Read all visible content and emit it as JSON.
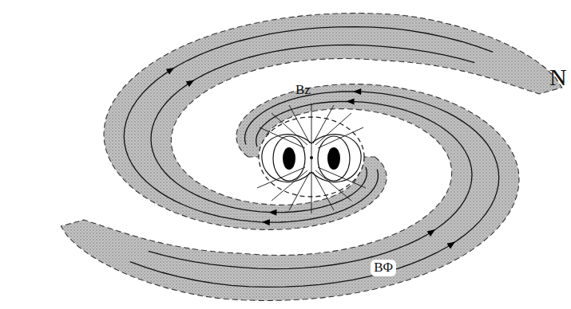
{
  "diagram": {
    "labels": [
      "Bz",
      "BΦ",
      "N"
    ]
  }
}
